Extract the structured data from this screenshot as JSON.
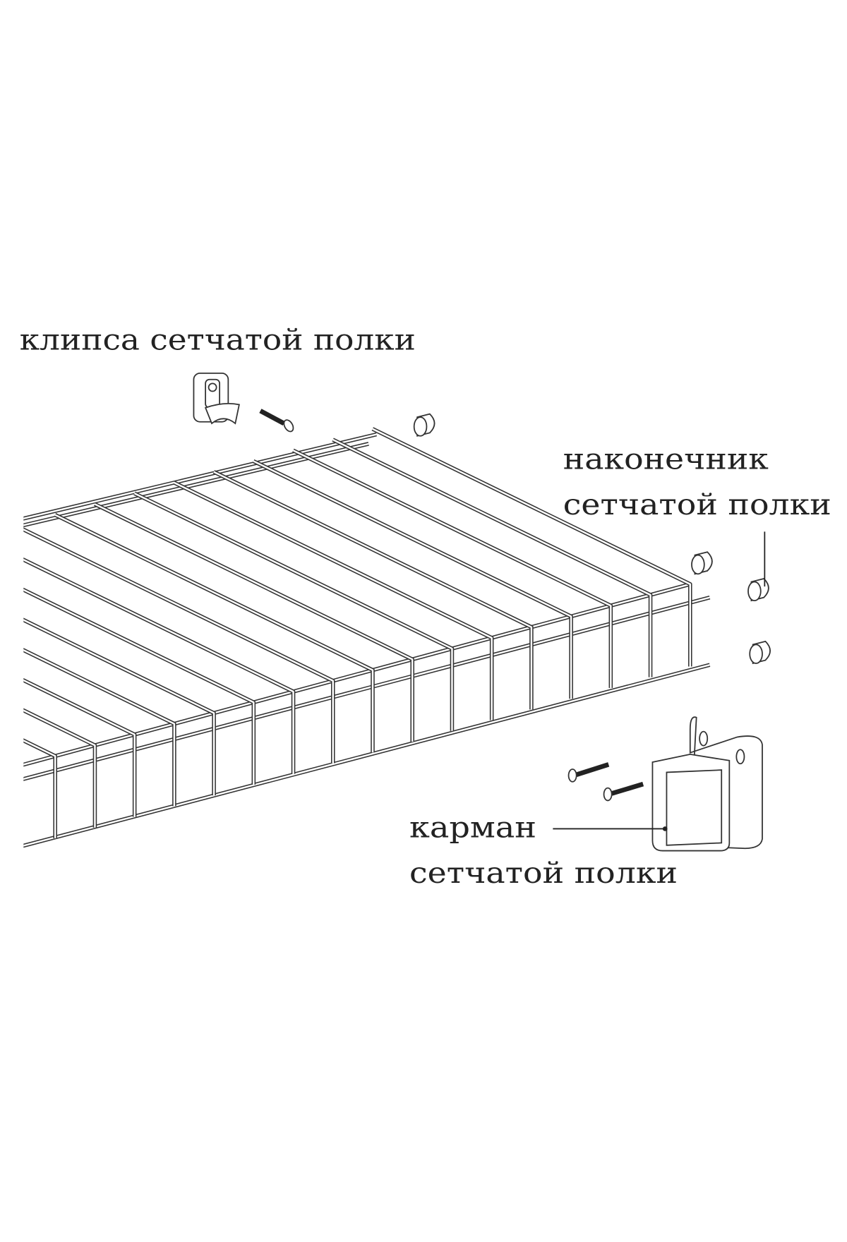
{
  "labels": {
    "clip": "клипса сетчатой полки",
    "tip_line1": "наконечник",
    "tip_line2": "сетчатой полки",
    "pocket_line1": "карман",
    "pocket_line2": "сетчатой полки"
  },
  "colors": {
    "ink": "#222222",
    "background": "#ffffff"
  }
}
